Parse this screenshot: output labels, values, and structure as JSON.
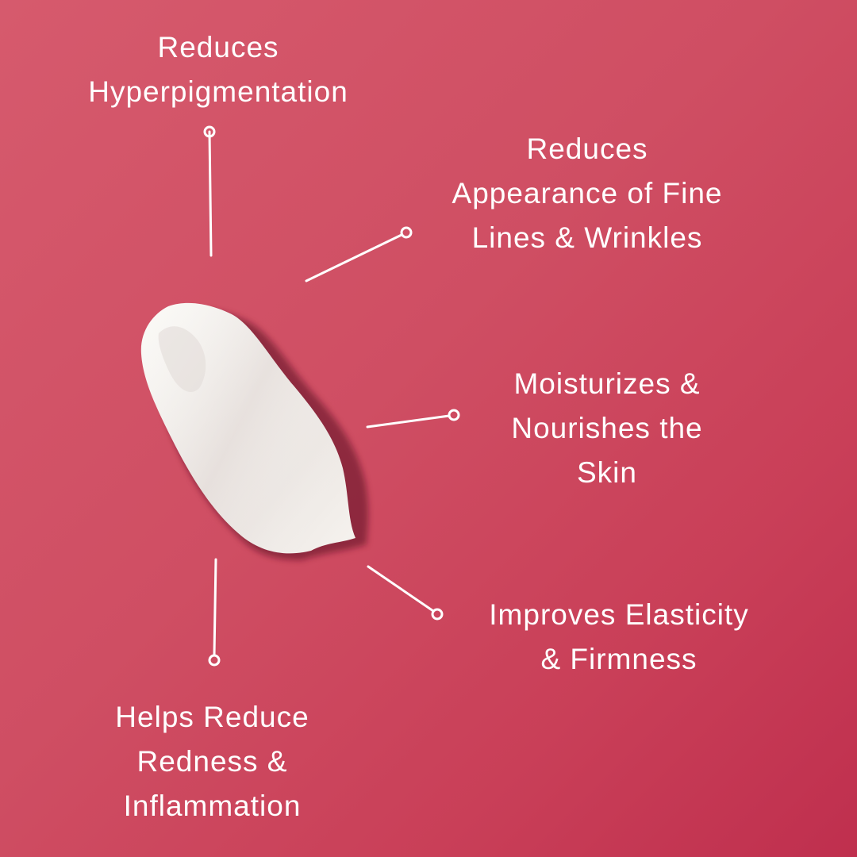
{
  "colors": {
    "background": "#cf4e63",
    "background_dark": "#bf2f4e",
    "text": "#ffffff",
    "cream": "#f4f1ed"
  },
  "benefits": {
    "hyperpigmentation": {
      "line1": "Reduces",
      "line2": "Hyperpigmentation"
    },
    "fine_lines": {
      "line1": "Reduces",
      "line2": "Appearance of Fine",
      "line3": "Lines & Wrinkles"
    },
    "moisturizes": {
      "line1": "Moisturizes &",
      "line2": "Nourishes the",
      "line3": "Skin"
    },
    "elasticity": {
      "line1": "Improves Elasticity",
      "line2": "& Firmness"
    },
    "redness": {
      "line1": "Helps Reduce",
      "line2": "Redness &",
      "line3": "Inflammation"
    }
  },
  "image": {
    "subject": "cream-swatch"
  }
}
